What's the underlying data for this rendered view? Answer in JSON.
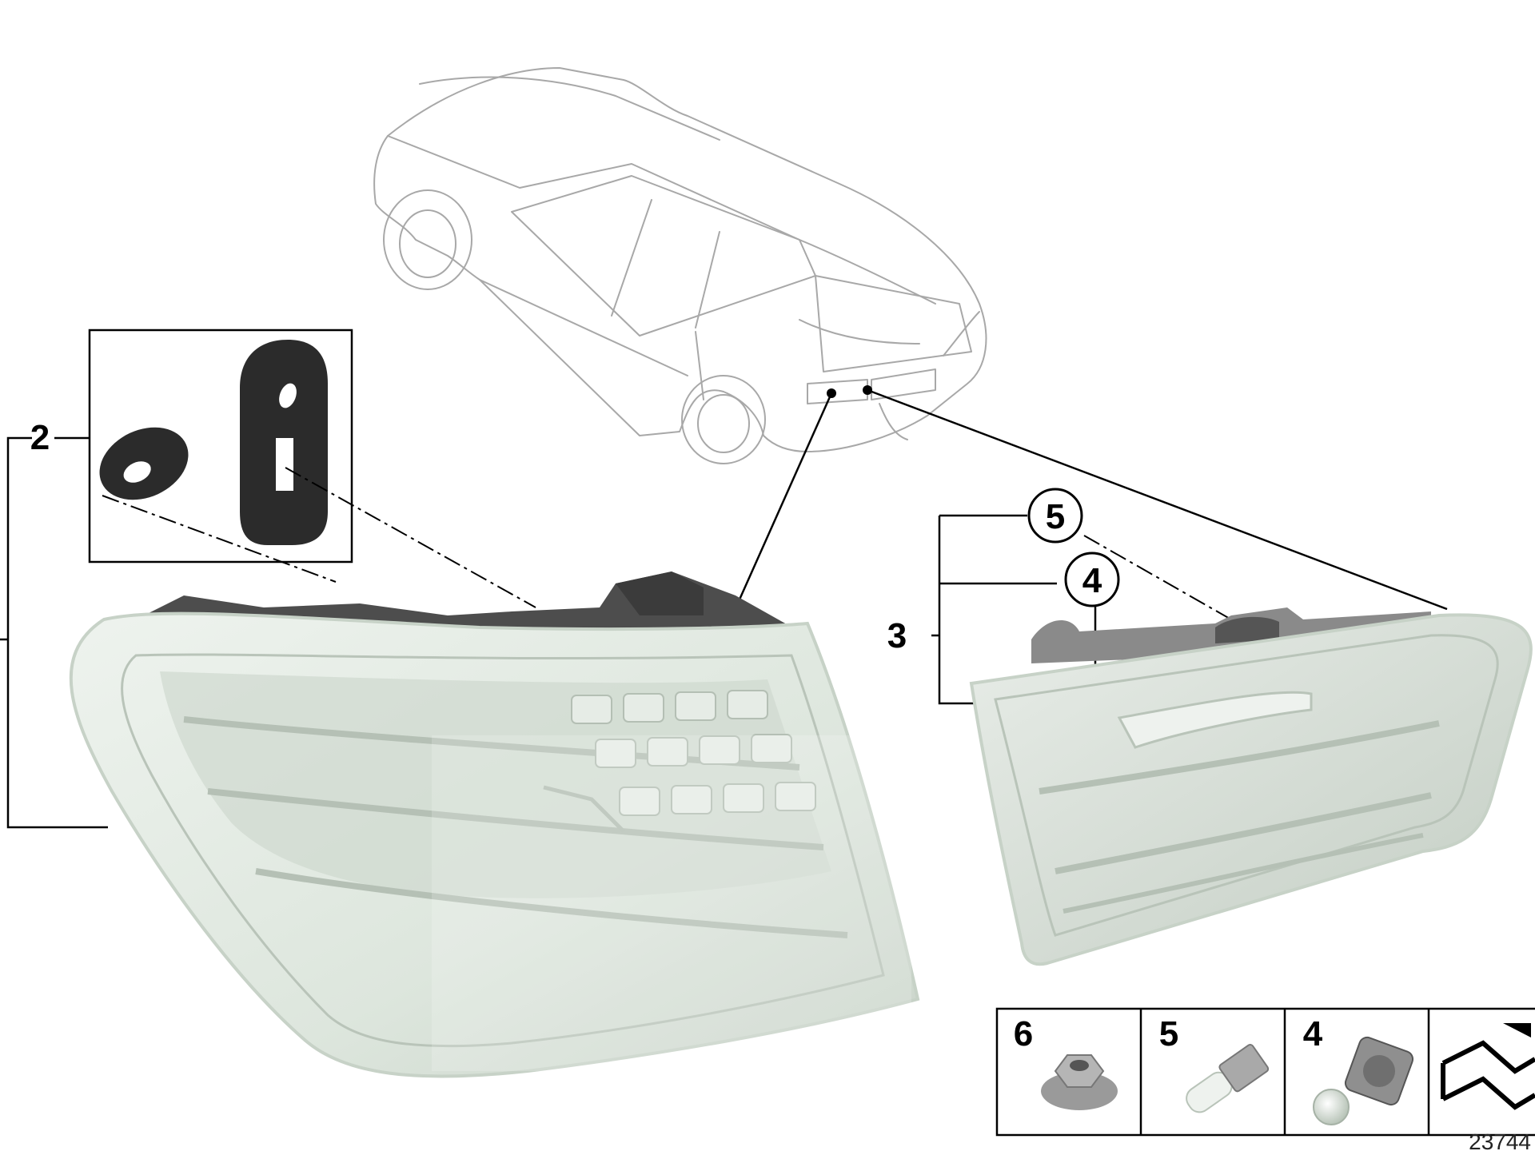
{
  "callouts": {
    "c2": "2",
    "c3": "3",
    "c4": "4",
    "c5": "5"
  },
  "parts_strip": {
    "p6": "6",
    "p5": "5",
    "p4": "4"
  },
  "diagram_id": "23744",
  "colors": {
    "lens": "#dfe8df",
    "lens_edge": "#c7d2c7",
    "housing": "#4d4d4d",
    "gasket": "#2b2b2b",
    "car_outline": "#a8a8a8"
  }
}
